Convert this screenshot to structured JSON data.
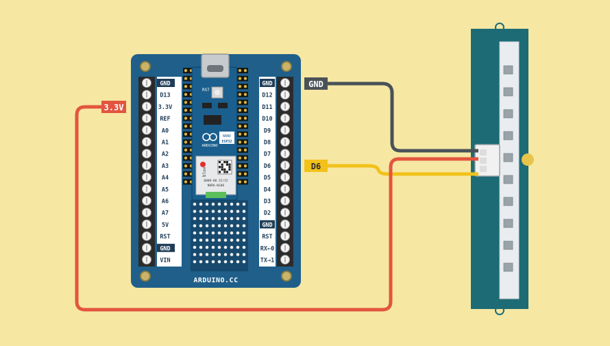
{
  "colors": {
    "background": "#f6e7a3",
    "board_blue": "#1f5f8a",
    "board_dark": "#174a6e",
    "terminal": "#2b2b2b",
    "label_white": "#ffffff",
    "gnd_wire": "#4a5257",
    "signal_wire": "#f2c21b",
    "power_wire": "#e2553f",
    "sensor_teal": "#1c6b75"
  },
  "wire_labels": {
    "gnd": "GND",
    "signal": "D6",
    "power": "3.3V"
  },
  "board": {
    "brand": "ARDUINO.CC",
    "left_pins": [
      "GND",
      "D13",
      "3.3V",
      "REF",
      "A0",
      "A1",
      "A2",
      "A3",
      "A4",
      "A5",
      "A6",
      "A7",
      "5V",
      "RST",
      "GND",
      "VIN"
    ],
    "right_pins": [
      "GND",
      "D12",
      "D11",
      "D10",
      "D9",
      "D8",
      "D7",
      "D6",
      "D5",
      "D4",
      "D3",
      "D2",
      "GND",
      "RST",
      "RX←0",
      "TX→1"
    ],
    "module": {
      "rst_label": "RST",
      "brand": "ARDUINO",
      "badge_top": "NANO",
      "badge_bottom": "ESP32",
      "chip_vendor": "blox",
      "chip_line1": "0008-00 22/15",
      "chip_line2": "NORA-W106"
    }
  },
  "icons": [
    "usb-c-connector-icon",
    "arduino-infinity-logo-icon",
    "ublox-logo-icon",
    "qr-code-icon"
  ]
}
